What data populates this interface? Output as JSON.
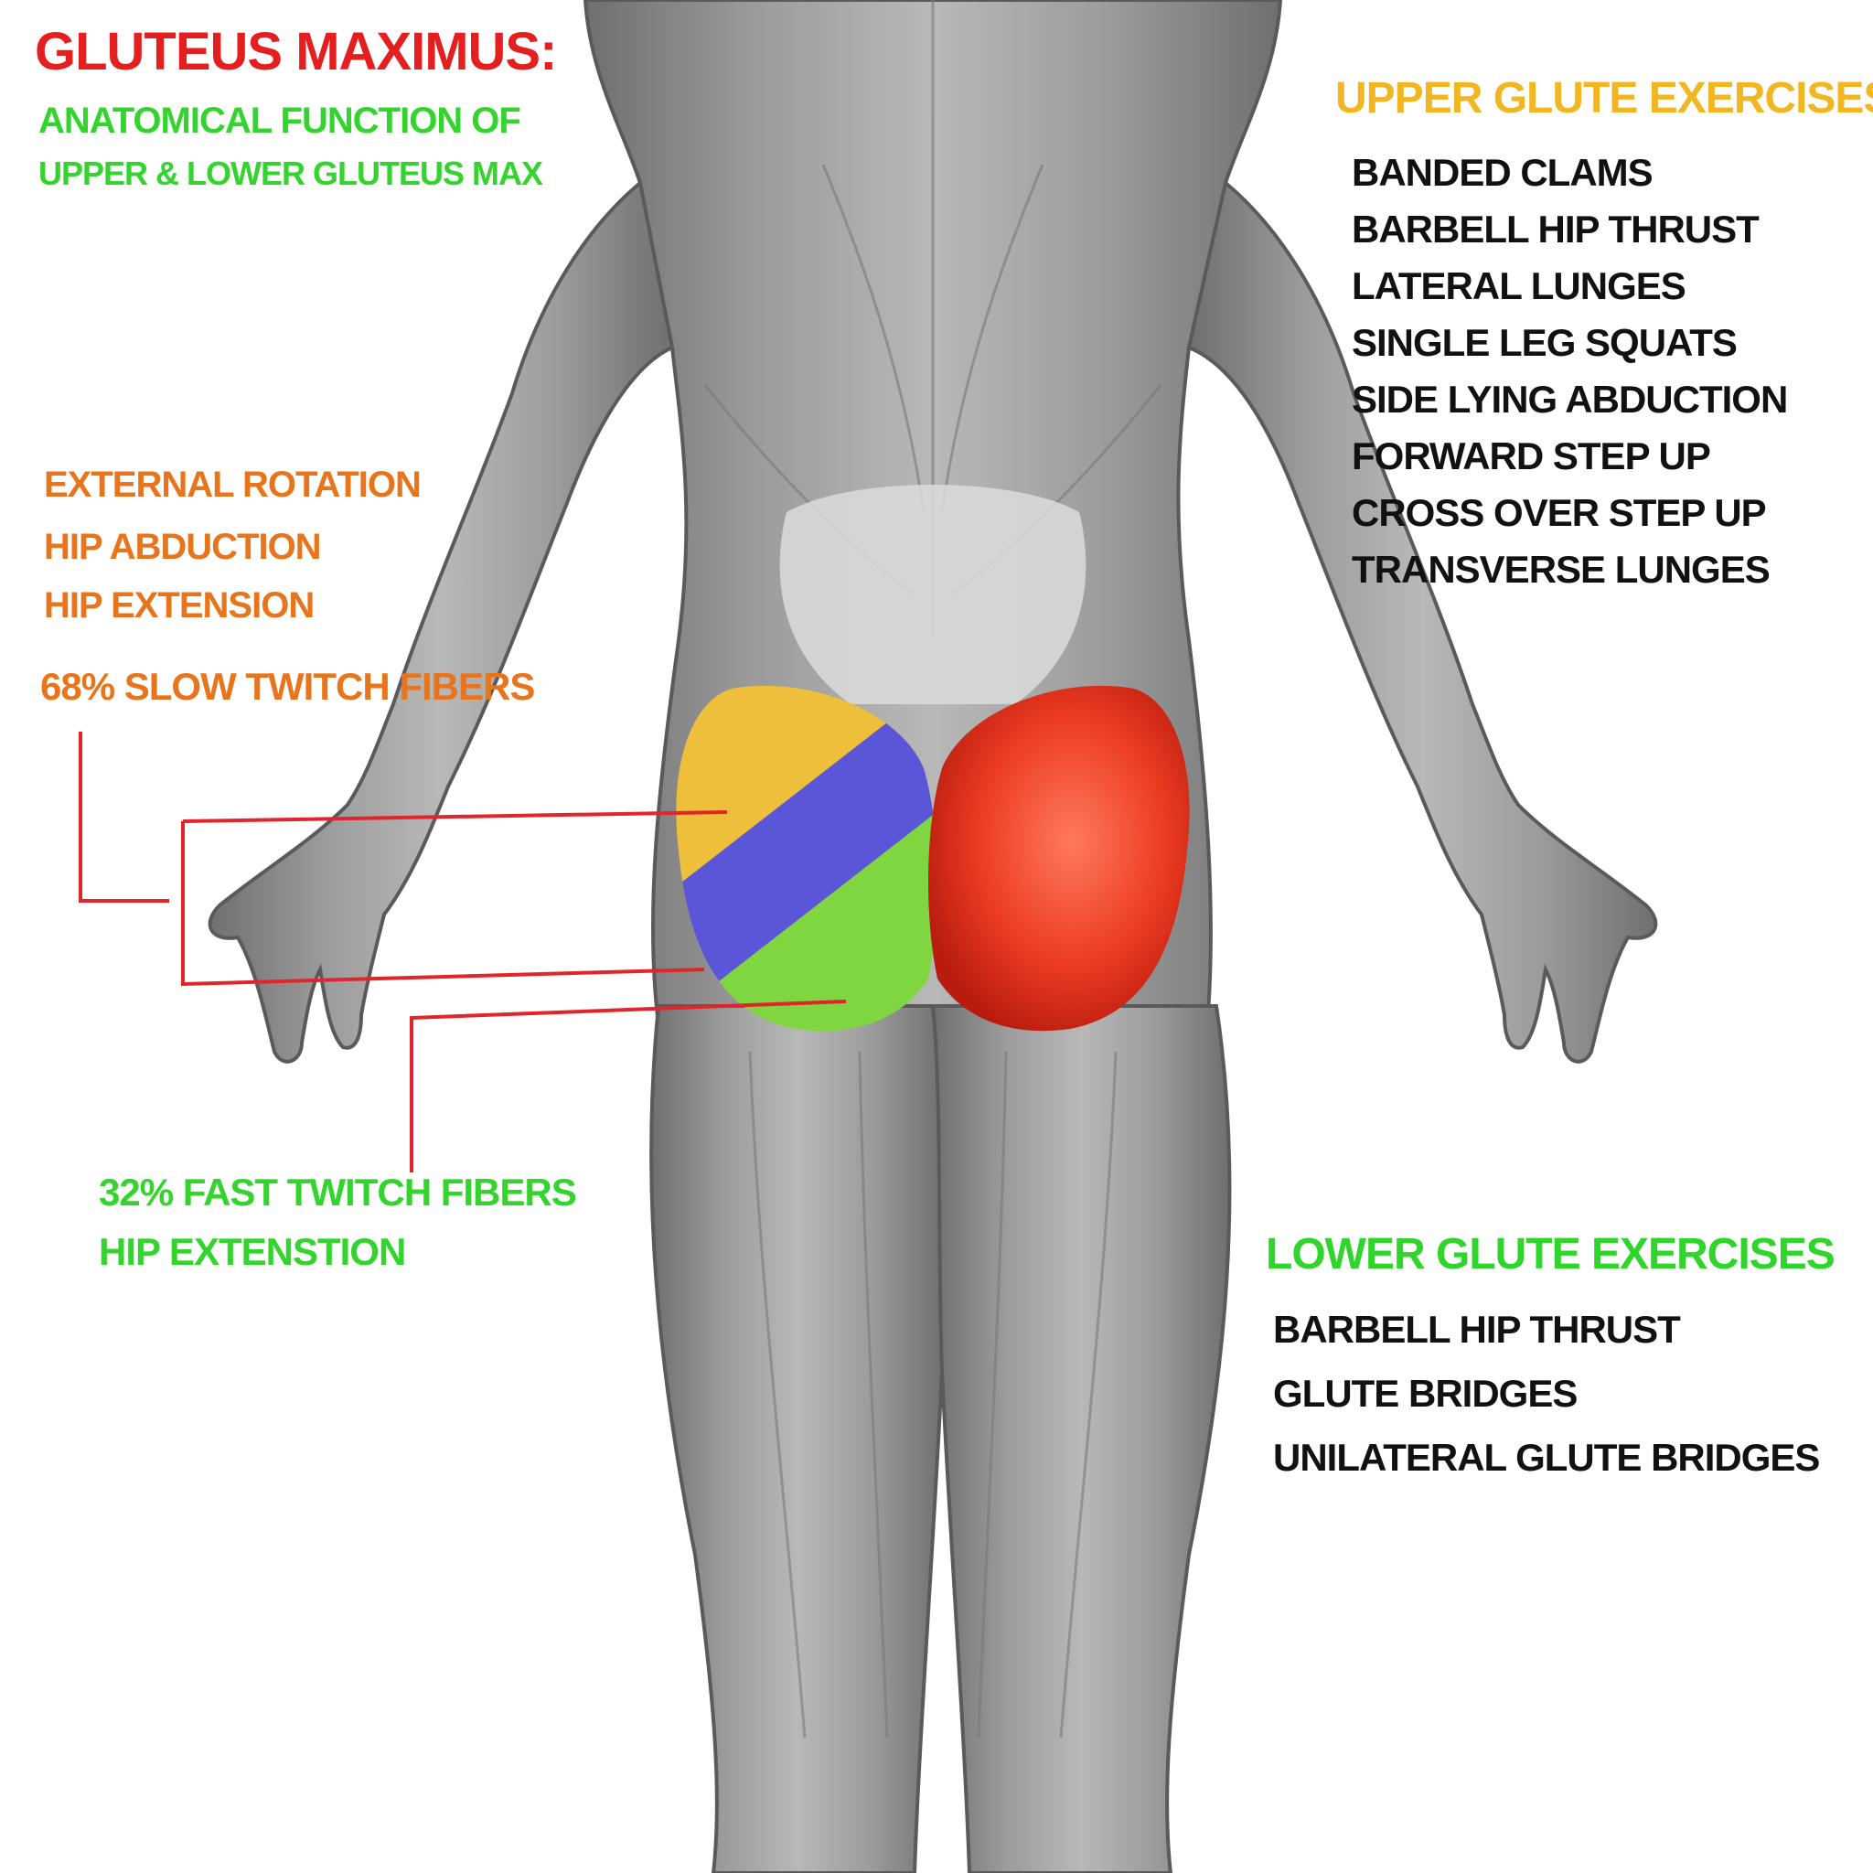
{
  "title": "GLUTEUS MAXIMUS:",
  "subtitle_line1": "ANATOMICAL FUNCTION OF",
  "subtitle_line2": "UPPER & LOWER GLUTEUS MAX",
  "upper_functions": [
    "EXTERNAL ROTATION",
    "HIP ABDUCTION",
    "HIP EXTENSION"
  ],
  "slow_twitch": "68% SLOW TWITCH FIBERS",
  "fast_twitch": "32% FAST TWITCH FIBERS",
  "fast_function": "HIP EXTENSTION",
  "upper_exercises": {
    "heading": "UPPER GLUTE EXERCISES",
    "items": [
      "BANDED CLAMS",
      "BARBELL HIP THRUST",
      "LATERAL LUNGES",
      "SINGLE LEG SQUATS",
      "SIDE LYING ABDUCTION",
      "FORWARD STEP UP",
      "CROSS OVER STEP UP",
      "TRANSVERSE LUNGES"
    ]
  },
  "lower_exercises": {
    "heading": "LOWER GLUTE EXERCISES",
    "items": [
      "BARBELL HIP THRUST",
      "GLUTE BRIDGES",
      "UNILATERAL GLUTE BRIDGES"
    ]
  },
  "colors": {
    "title": "#e41f1f",
    "green": "#33d42d",
    "orange": "#e8741c",
    "upper_heading": "#f2b623",
    "exercise_text": "#111111",
    "glute_yellow": "#eebf3a",
    "glute_blue": "#5b56d8",
    "glute_green": "#7fd640",
    "glute_red": "#ec3b22",
    "leader_line": "#e0262a",
    "muscle_gray": "#8a8a8a"
  }
}
